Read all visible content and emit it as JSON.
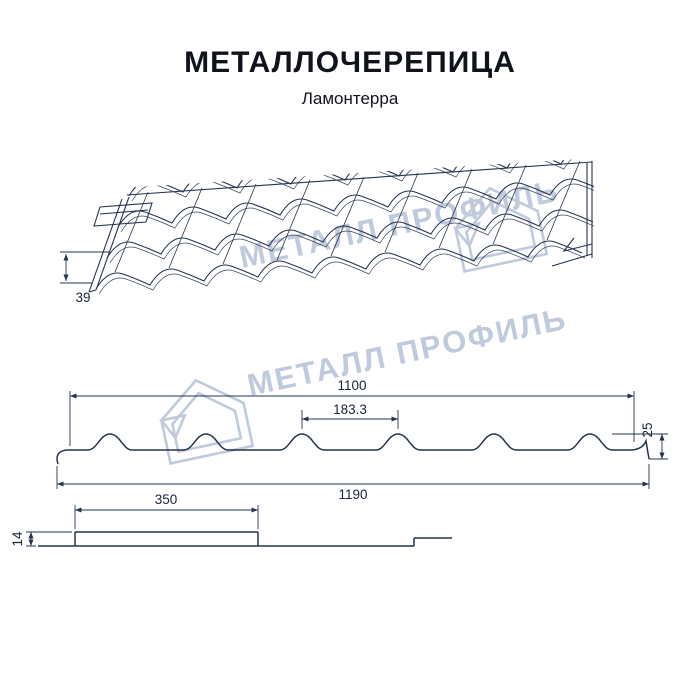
{
  "header": {
    "title": "МЕТАЛЛОЧЕРЕПИЦА",
    "subtitle": "Ламонтерра"
  },
  "watermark": {
    "brand": "МЕТАЛЛ ПРОФИЛЬ",
    "color": "#b4c1d6"
  },
  "colors": {
    "line": "#26334f",
    "text": "#10131c",
    "background": "#ffffff"
  },
  "dimensions": {
    "perspective_step_height": "39",
    "cover_width": "1100",
    "wave_pitch": "183.3",
    "profile_height": "25",
    "overall_width": "1190",
    "module_length": "350",
    "module_step_height": "14"
  }
}
